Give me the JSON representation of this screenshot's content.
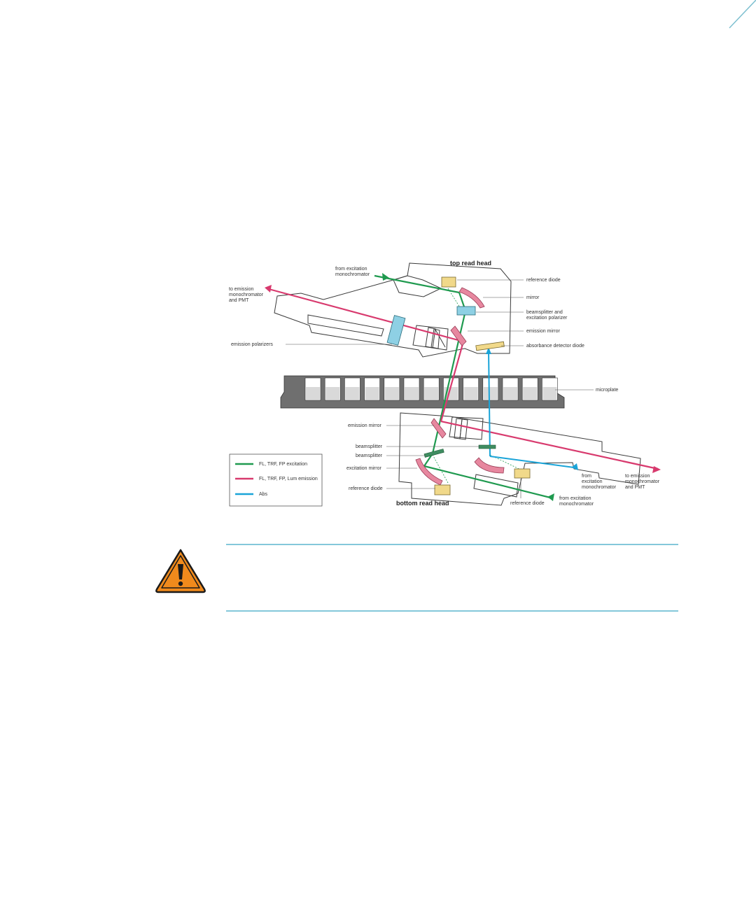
{
  "colors": {
    "excitation": "#1f9a4f",
    "emission": "#d83a6e",
    "absorbance": "#1aa4d8",
    "divider": "#3aa7c3",
    "warning_fill": "#f08a1c",
    "housing_stroke": "#3a3a3a",
    "microplate_fill": "#6f6f6f"
  },
  "diagram": {
    "top_head_title": "top read head",
    "bottom_head_title": "bottom read head",
    "labels": {
      "from_exc_mono_top": [
        "from excitation",
        "monochromator"
      ],
      "to_emission_top": [
        "to emission",
        "monochromator",
        "and PMT"
      ],
      "reference_diode_top": "reference diode",
      "mirror_top": "mirror",
      "beamsplitter_exc_pol": [
        "beamsplitter and",
        "excitation polarizer"
      ],
      "emission_mirror_top": "emission mirror",
      "emission_polarizers": "emission polarizers",
      "absorbance_detector": "absorbance detector diode",
      "microplate": "microplate",
      "emission_mirror_bottom": "emission mirror",
      "beamsplitter_1": "beamsplitter",
      "beamsplitter_2": "beamsplitter",
      "excitation_mirror": "excitation mirror",
      "reference_diode_bottom_left": "reference diode",
      "from_exc_mono_right": [
        "from",
        "excitation",
        "monochromator"
      ],
      "to_emission_bottom": [
        "to emission",
        "monochromator",
        "and PMT"
      ],
      "reference_diode_bottom_mid": "reference diode",
      "from_exc_mono_bottom": [
        "from excitation",
        "monochromator"
      ]
    },
    "legend": [
      {
        "label": "FL, TRF, FP excitation",
        "color": "#1f9a4f"
      },
      {
        "label": "FL, TRF, FP, Lum emission",
        "color": "#d83a6e"
      },
      {
        "label": "Abs",
        "color": "#1aa4d8"
      }
    ],
    "well_count": 13
  },
  "warning": {
    "icon": "warning-triangle-icon"
  }
}
